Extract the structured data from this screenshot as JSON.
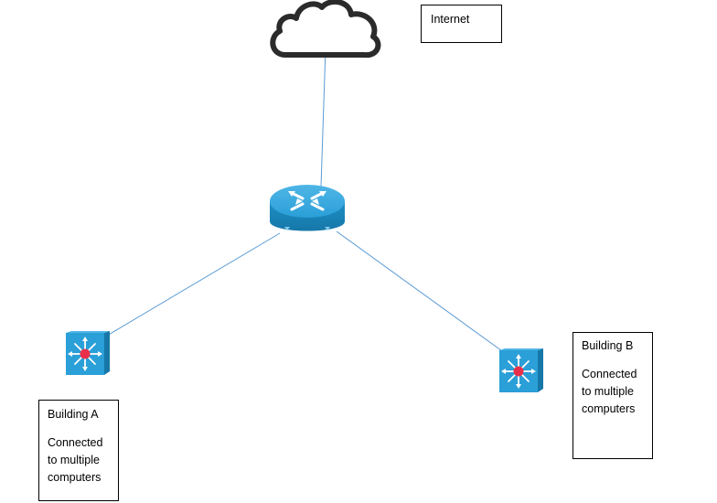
{
  "internet": {
    "label": "Internet",
    "icon": "cloud-icon"
  },
  "router": {
    "icon": "router-icon",
    "color": "#2a9fd8"
  },
  "building_a": {
    "title": "Building A",
    "description": "Connected\nto multiple\ncomputers",
    "icon": "multilayer-switch-icon"
  },
  "building_b": {
    "title": "Building B",
    "description": "Connected\nto multiple\ncomputers",
    "icon": "multilayer-switch-icon"
  },
  "colors": {
    "link": "#5b9bd5",
    "device": "#2a9fd8",
    "switch_center": "#e8304a",
    "cloud_outline": "#2b2b2b"
  }
}
